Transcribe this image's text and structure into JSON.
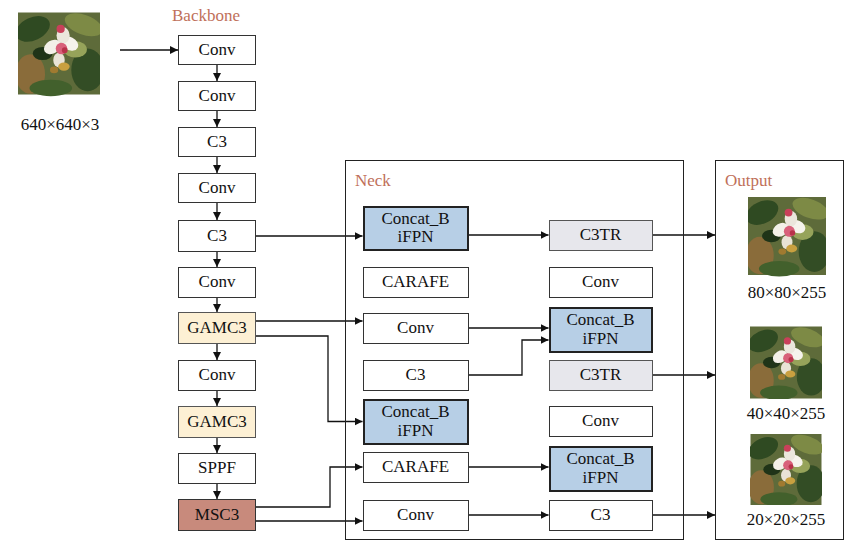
{
  "diagram": {
    "nodes": [
      {
        "text": [
          "Conv"
        ]
      },
      {
        "text": [
          "Conv"
        ]
      },
      {
        "text": [
          "C3"
        ]
      },
      {
        "text": [
          "Conv"
        ]
      },
      {
        "text": [
          "C3"
        ]
      },
      {
        "text": [
          "Conv"
        ]
      },
      {
        "text": [
          "GAMC3"
        ]
      },
      {
        "text": [
          "Conv"
        ]
      },
      {
        "text": [
          "GAMC3"
        ]
      },
      {
        "text": [
          "SPPF"
        ]
      },
      {
        "text": [
          "MSC3"
        ]
      },
      {
        "text": [
          "Neck"
        ]
      },
      {
        "text": [
          "Concat_B iFPN"
        ],
        "in": 11
      },
      {
        "text": [
          "C3TR"
        ],
        "in": 11
      },
      {
        "text": [
          "CARAFE"
        ],
        "in": 11
      },
      {
        "text": [
          "Conv"
        ],
        "in": 11
      },
      {
        "text": [
          "Conv"
        ],
        "in": 11
      },
      {
        "text": [
          "Concat_B iFPN"
        ],
        "in": 11
      },
      {
        "text": [
          "C3"
        ],
        "in": 11
      },
      {
        "text": [
          "C3TR"
        ],
        "in": 11
      },
      {
        "text": [
          "Concat_B iFPN"
        ],
        "in": 11
      },
      {
        "text": [
          "Conv"
        ],
        "in": 11
      },
      {
        "text": [
          "CARAFE"
        ],
        "in": 11
      },
      {
        "text": [
          "Concat_B iFPN"
        ],
        "in": 11
      },
      {
        "text": [
          "Conv"
        ],
        "in": 11
      },
      {
        "text": [
          "C3"
        ],
        "in": 11
      },
      {
        "text": [
          "Output"
        ]
      }
    ],
    "edges": [
      {
        "from": 0,
        "to": 1,
        "arrow": "to"
      },
      {
        "from": 1,
        "to": 2,
        "arrow": "to"
      },
      {
        "from": 2,
        "to": 3,
        "arrow": "to"
      },
      {
        "from": 3,
        "to": 4,
        "arrow": "to"
      },
      {
        "from": 4,
        "to": 5,
        "arrow": "to"
      },
      {
        "from": 5,
        "to": 6,
        "arrow": "to"
      },
      {
        "from": 6,
        "to": 7,
        "arrow": "to"
      },
      {
        "from": 7,
        "to": 8,
        "arrow": "to"
      },
      {
        "from": 8,
        "to": 9,
        "arrow": "to"
      },
      {
        "from": 9,
        "to": 10,
        "arrow": "to"
      },
      {
        "from": 4,
        "to": 12,
        "arrow": "to"
      },
      {
        "from": 12,
        "to": 13,
        "arrow": "to"
      },
      {
        "from": 13,
        "to": 26,
        "arrow": "to"
      },
      {
        "from": 6,
        "to": 16,
        "arrow": "to"
      },
      {
        "from": 6,
        "to": 20,
        "arrow": "to"
      },
      {
        "from": 16,
        "to": 17,
        "arrow": "to"
      },
      {
        "from": 18,
        "to": 17,
        "arrow": "to"
      },
      {
        "from": 19,
        "to": 26,
        "arrow": "to"
      },
      {
        "from": 10,
        "to": 22,
        "arrow": "to"
      },
      {
        "from": 10,
        "to": 24,
        "arrow": "to"
      },
      {
        "from": 22,
        "to": 23,
        "arrow": "to"
      },
      {
        "from": 24,
        "to": 25,
        "arrow": "to"
      },
      {
        "from": 25,
        "to": 26,
        "arrow": "to"
      }
    ],
    "labels": [
      "Backbone",
      "640×640×3",
      "80×80×255",
      "40×40×255",
      "20×20×255"
    ]
  }
}
